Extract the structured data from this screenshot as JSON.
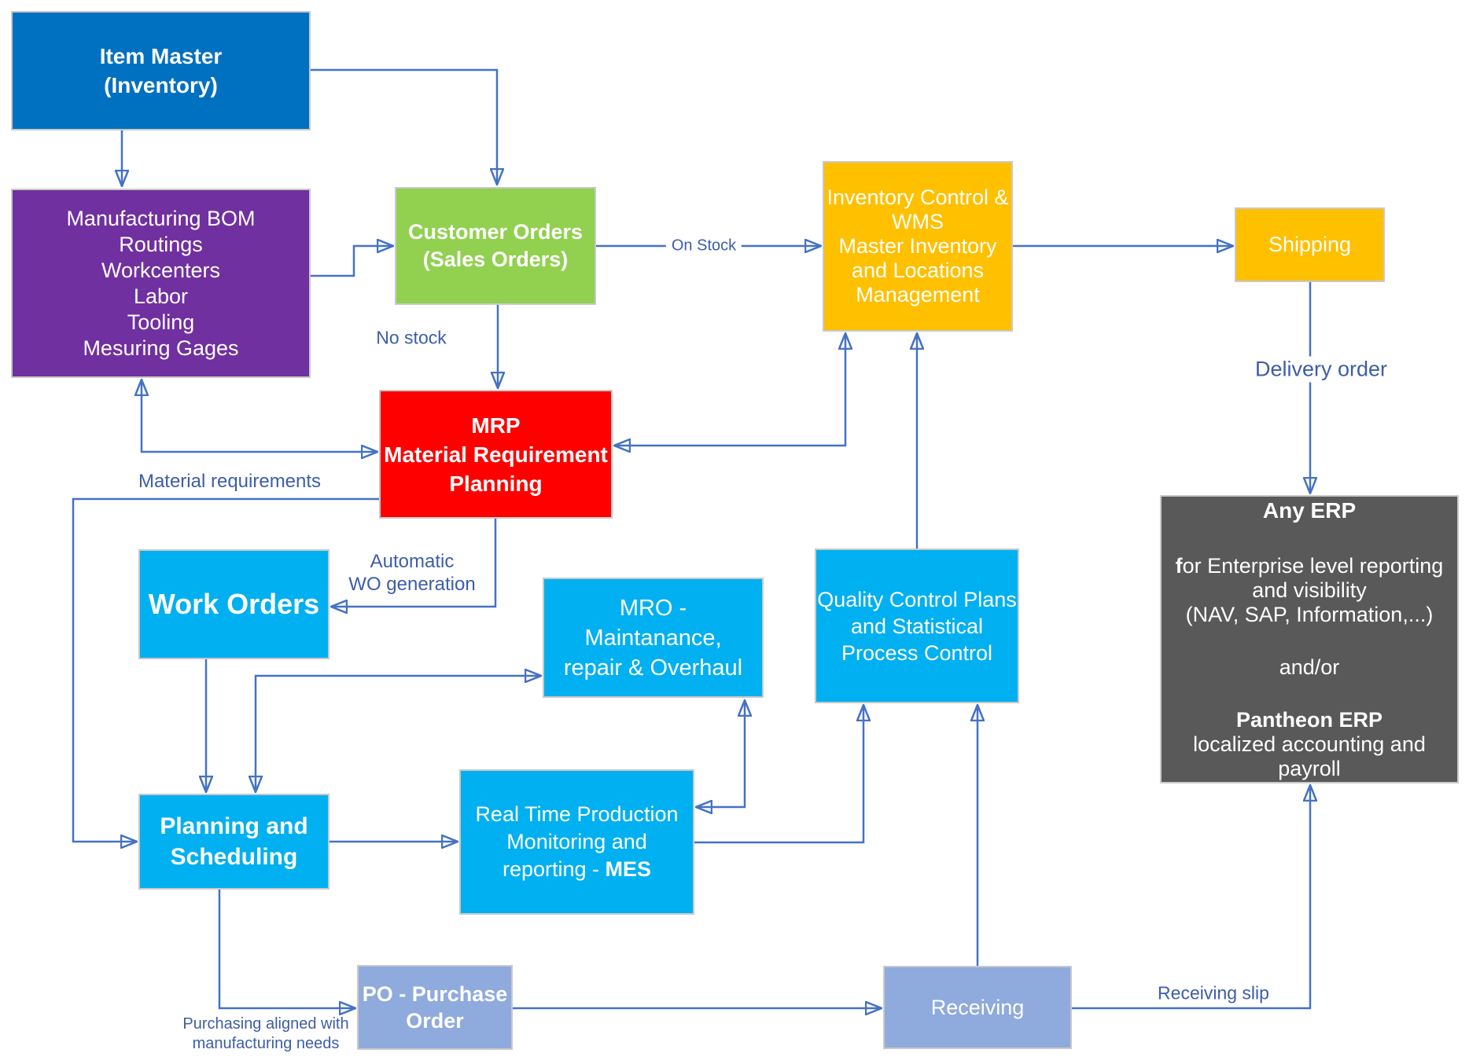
{
  "diagram": {
    "boxes": {
      "item_master": {
        "lines": [
          "Item Master",
          "(Inventory)"
        ],
        "color": "#0070C0"
      },
      "mfg_bom": {
        "lines": [
          "Manufacturing BOM",
          "Routings",
          "Workcenters",
          "Labor",
          "Tooling",
          "Mesuring Gages"
        ],
        "color": "#7030A0"
      },
      "customer_orders": {
        "lines": [
          "Customer Orders",
          "(Sales Orders)"
        ],
        "color": "#92D050"
      },
      "inventory_control": {
        "lines": [
          "Inventory Control &",
          "WMS",
          "Master Inventory",
          "and Locations",
          "Management"
        ],
        "color": "#FFC000"
      },
      "shipping": {
        "lines": [
          "Shipping"
        ],
        "color": "#FFC000"
      },
      "mrp": {
        "lines": [
          "MRP",
          "Material Requirement",
          "Planning"
        ],
        "color": "#FF0000"
      },
      "work_orders": {
        "lines": [
          "Work Orders"
        ],
        "color": "#00B0F0"
      },
      "mro": {
        "lines": [
          "MRO -",
          "Maintanance,",
          "repair & Overhaul"
        ],
        "color": "#00B0F0"
      },
      "quality_control": {
        "lines": [
          "Quality Control Plans",
          "and Statistical",
          "Process Control"
        ],
        "color": "#00B0F0"
      },
      "planning": {
        "lines": [
          "Planning and",
          "Scheduling"
        ],
        "color": "#00B0F0"
      },
      "mes": {
        "line1": "Real Time Production",
        "line2": "Monitoring and",
        "line3_prefix": "reporting - ",
        "line3_bold": "MES",
        "color": "#00B0F0"
      },
      "po": {
        "lines": [
          "PO - Purchase",
          "Order"
        ],
        "color": "#8FAADC"
      },
      "receiving": {
        "lines": [
          "Receiving"
        ],
        "color": "#8FAADC"
      },
      "any_erp": {
        "color": "#595959",
        "title": "Any ERP",
        "body_bold_letter": "f",
        "body_rest": "or Enterprise level reporting",
        "body_line2": "and visibility",
        "body_line3": "(NAV, SAP, Information,...)",
        "connector_word": "and/or",
        "footer_title": "Pantheon ERP",
        "footer_sub": "localized accounting and payroll"
      }
    },
    "edge_labels": {
      "on_stock": "On Stock",
      "no_stock": "No stock",
      "delivery_order": "Delivery order",
      "material_requirements": "Material requirements",
      "automatic_wo_1": "Automatic",
      "automatic_wo_2": "WO generation",
      "purchasing_1": "Purchasing aligned with",
      "purchasing_2": "manufacturing needs",
      "receiving_slip": "Receiving slip"
    },
    "colors": {
      "connector": "#4472C4",
      "label_text": "#3D5DA9",
      "box_border": "#C9C9C9",
      "fill_blue": "#0070C0",
      "fill_purple": "#7030A0",
      "fill_green": "#92D050",
      "fill_gold": "#FFC000",
      "fill_red": "#FF0000",
      "fill_cyan": "#00B0F0",
      "fill_periwinkle": "#8FAADC",
      "fill_dark_gray": "#595959",
      "text_on_boxes": "#FFFFFF",
      "background": "#FFFFFF"
    }
  }
}
